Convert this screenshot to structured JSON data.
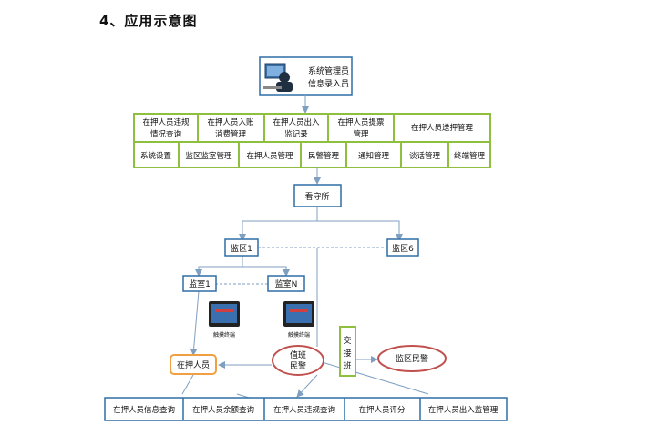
{
  "heading": "4、应用示意图",
  "admin": {
    "line1": "系统管理员",
    "line2": "信息录入员"
  },
  "top_row1": [
    {
      "line1": "在押人员违规",
      "line2": "情况查询"
    },
    {
      "line1": "在押人员入账",
      "line2": "消费管理"
    },
    {
      "line1": "在押人员出入",
      "line2": "监记录"
    },
    {
      "line1": "在押人员提票",
      "line2": "管理"
    },
    {
      "line1": "在押人员送押管理",
      "line2": ""
    }
  ],
  "top_row2": [
    "系统设置",
    "监区监室管理",
    "在押人员管理",
    "民警管理",
    "通知管理",
    "谈话管理",
    "终端管理"
  ],
  "center": "看守所",
  "zone1": "监区1",
  "zone6": "监区6",
  "room1": "监室1",
  "roomN": "监室N",
  "terminal_label": "触摸终端",
  "duty_police": {
    "line1": "值班",
    "line2": "民警"
  },
  "handover": [
    "交",
    "接",
    "班"
  ],
  "zone_police": "监区民警",
  "detainee": "在押人员",
  "bottom_row": [
    "在押人员信息查询",
    "在押人员余额查询",
    "在押人员违规查询",
    "在押人员评分",
    "在押人员出入监管理"
  ],
  "colors": {
    "green": "#8fbf3f",
    "blue": "#2e6fa6",
    "orange": "#f0a040",
    "red": "#c0504d",
    "line": "#7f9fc0"
  }
}
